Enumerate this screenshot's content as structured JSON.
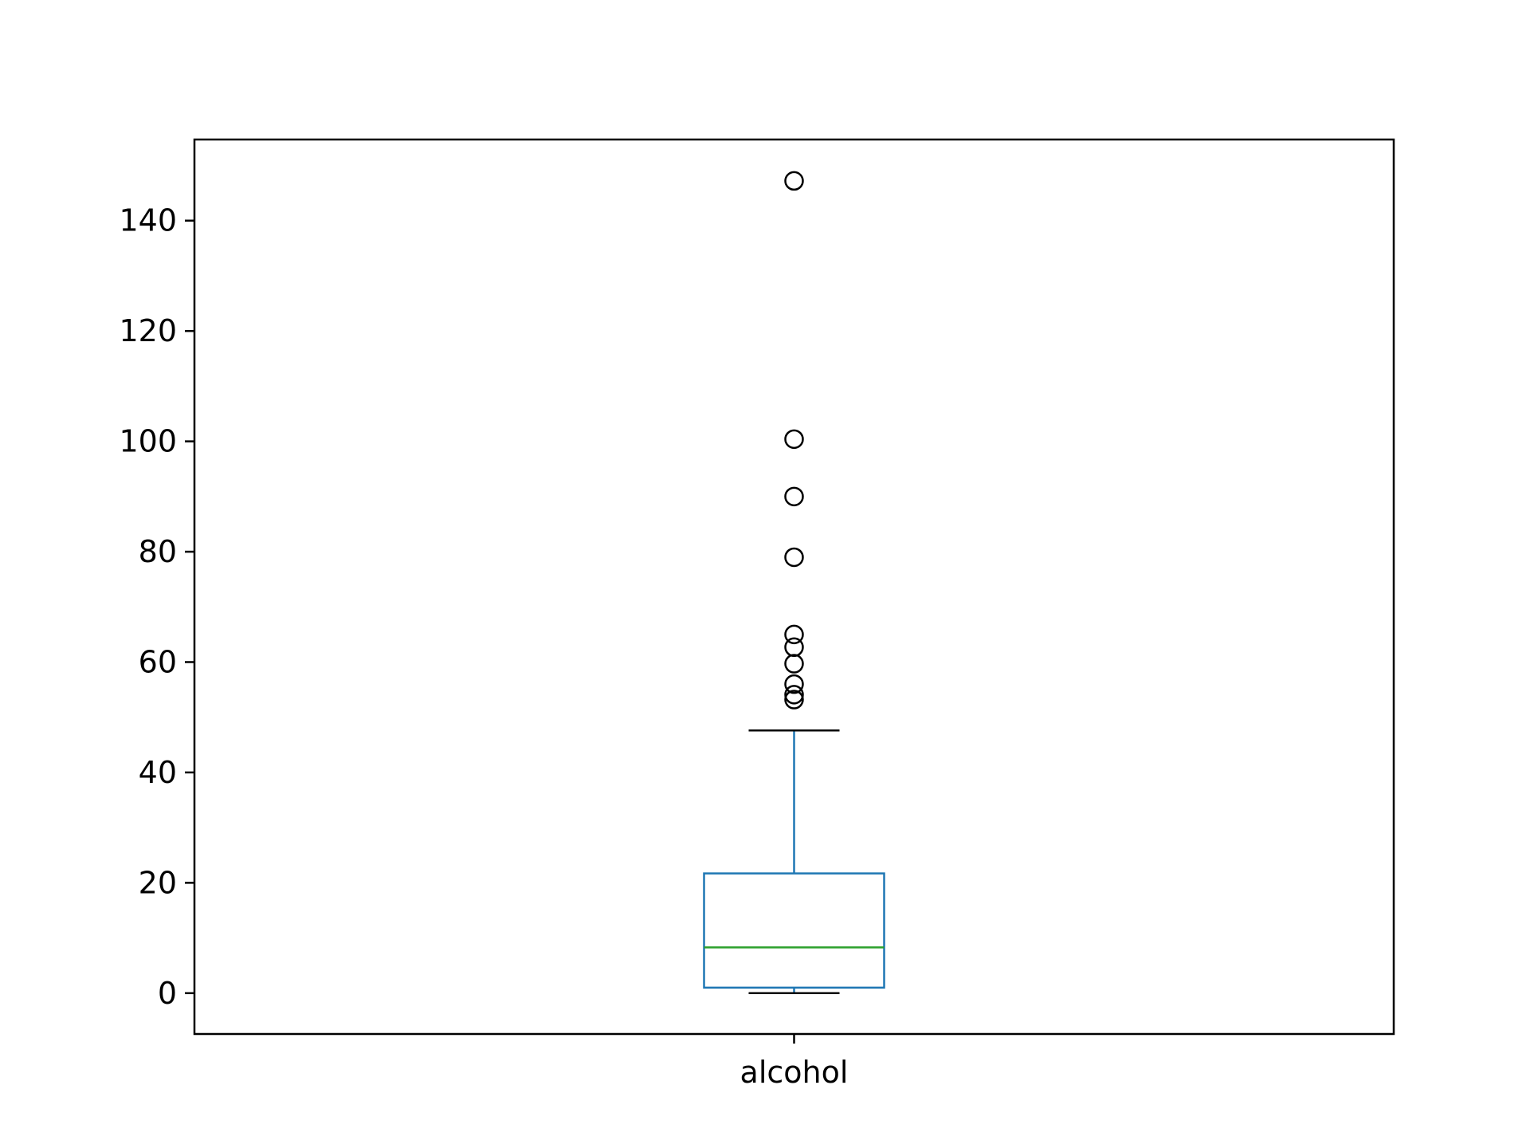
{
  "chart_data": {
    "type": "box",
    "categories": [
      "alcohol"
    ],
    "series": [
      {
        "values": {
          "whisker_low": 0,
          "q1": 1,
          "median": 8.3,
          "q3": 21.7,
          "whisker_high": 47.6
        },
        "outliers": [
          147.2,
          100.4,
          90.0,
          79.0,
          65.0,
          62.7,
          59.7,
          56.0,
          54.1,
          53.2
        ]
      }
    ],
    "title": "",
    "xlabel": "",
    "ylabel": "",
    "ylim": [
      -7.4,
      154.7
    ],
    "yticks": [
      0,
      20,
      40,
      60,
      80,
      100,
      120,
      140
    ],
    "ytick_labels": [
      "0",
      "20",
      "40",
      "60",
      "80",
      "100",
      "120",
      "140"
    ],
    "grid": false,
    "colors": {
      "box": "#1f77b4",
      "median": "#2ca02c",
      "caps": "#000000",
      "outliers": "#000000",
      "axes": "#000000"
    }
  }
}
